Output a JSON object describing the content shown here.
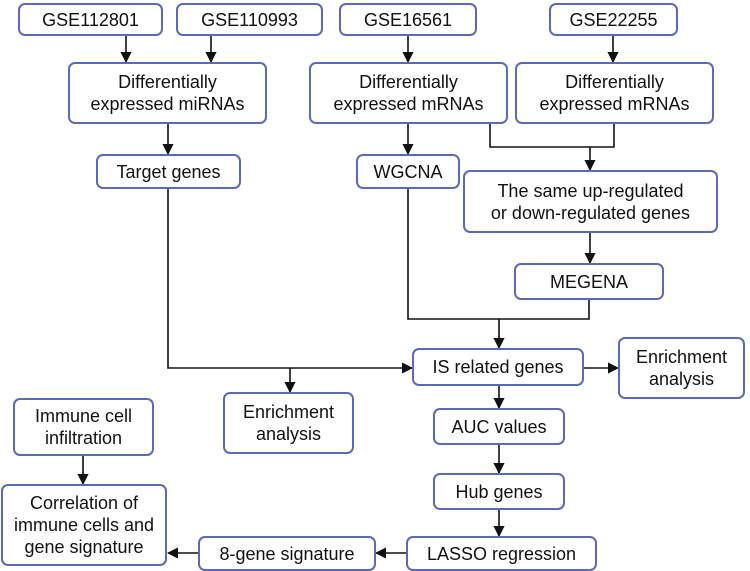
{
  "colors": {
    "box_border": "#5a6ab8",
    "line": "#111111",
    "text": "#111111",
    "background": "#ffffff"
  },
  "nodes": {
    "gse112801": {
      "label": "GSE112801"
    },
    "gse110993": {
      "label": "GSE110993"
    },
    "gse16561": {
      "label": "GSE16561"
    },
    "gse22255": {
      "label": "GSE22255"
    },
    "de_mirnas": {
      "lines": [
        "Differentially",
        "expressed miRNAs"
      ]
    },
    "de_mrnas_1": {
      "lines": [
        "Differentially",
        "expressed mRNAs"
      ]
    },
    "de_mrnas_2": {
      "lines": [
        "Differentially",
        "expressed mRNAs"
      ]
    },
    "target_genes": {
      "label": "Target genes"
    },
    "wgcna": {
      "label": "WGCNA"
    },
    "same_regulated": {
      "lines": [
        "The same up-regulated",
        "or down-regulated genes"
      ]
    },
    "megena": {
      "label": "MEGENA"
    },
    "is_related": {
      "label": "IS related genes"
    },
    "enrichment_right": {
      "lines": [
        "Enrichment",
        "analysis"
      ]
    },
    "enrichment_left": {
      "lines": [
        "Enrichment",
        "analysis"
      ]
    },
    "immune_infiltration": {
      "lines": [
        "Immune cell",
        "infiltration"
      ]
    },
    "auc_values": {
      "label": "AUC values"
    },
    "hub_genes": {
      "label": "Hub genes"
    },
    "correlation": {
      "lines": [
        "Correlation of",
        "immune cells and",
        "gene signature"
      ]
    },
    "gene_signature": {
      "label": "8-gene signature"
    },
    "lasso": {
      "label": "LASSO regression"
    }
  }
}
